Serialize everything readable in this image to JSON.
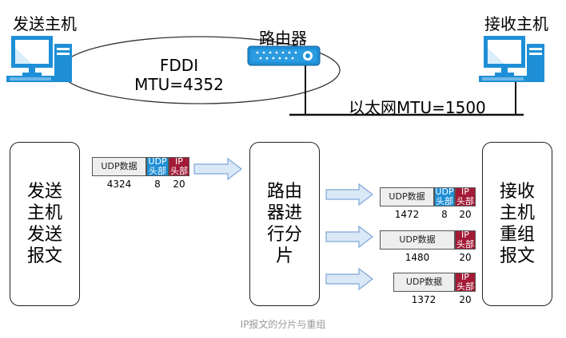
{
  "top": {
    "sender_label": "发送主机",
    "router_label": "路由器",
    "receiver_label": "接收主机",
    "fddi_line1": "FDDI",
    "fddi_line2": "MTU=4352",
    "ethernet_label": "以太网MTU=1500"
  },
  "boxes": {
    "send": [
      "发送",
      "主机",
      "发送",
      "报文"
    ],
    "router": [
      "路由",
      "器进",
      "行分",
      "片"
    ],
    "receive": [
      "接收",
      "主机",
      "重组",
      "报文"
    ]
  },
  "segments": {
    "udp_data_label": "UDP数据",
    "udp_head_lines": [
      "UDP",
      "头部"
    ],
    "ip_head_lines": [
      "IP",
      "头部"
    ]
  },
  "original_packet": {
    "data": "4324",
    "udp": "8",
    "ip": "20"
  },
  "fragments": [
    {
      "data": "1472",
      "udp": "8",
      "ip": "20"
    },
    {
      "data": "1480",
      "ip": "20"
    },
    {
      "data": "1372",
      "ip": "20"
    }
  ],
  "caption": "IP报文的分片与重组",
  "colors": {
    "udp_head": "#1e8fd6",
    "ip_head": "#a31a36",
    "arrow_fill": "#dbe8f7",
    "arrow_stroke": "#7ea6d8"
  }
}
